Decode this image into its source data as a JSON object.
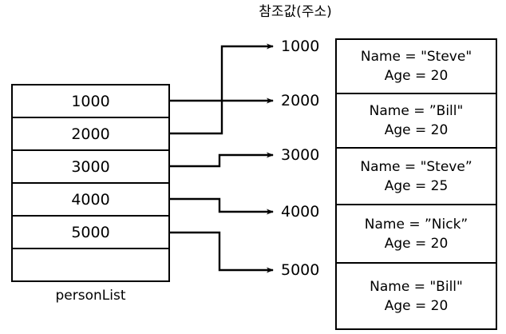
{
  "diagram": {
    "reference_title": "참조값(주소)",
    "list": {
      "label": "personList",
      "cells": [
        {
          "value": "1000"
        },
        {
          "value": "2000"
        },
        {
          "value": "3000"
        },
        {
          "value": "4000"
        },
        {
          "value": "5000"
        },
        {
          "value": ""
        }
      ]
    },
    "addresses": [
      {
        "value": "1000"
      },
      {
        "value": "2000"
      },
      {
        "value": "3000"
      },
      {
        "value": "4000"
      },
      {
        "value": "5000"
      }
    ],
    "objects": [
      {
        "name_line": "Name = \"Steve\"",
        "age_line": "Age = 20"
      },
      {
        "name_line": "Name = ”Bill\"",
        "age_line": "Age = 20"
      },
      {
        "name_line": "Name = \"Steve”",
        "age_line": "Age = 25"
      },
      {
        "name_line": "Name = ”Nick”",
        "age_line": "Age = 20"
      },
      {
        "name_line": "Name = \"Bill\"",
        "age_line": "Age = 20"
      }
    ],
    "colors": {
      "stroke": "#000000",
      "background": "#ffffff"
    }
  }
}
